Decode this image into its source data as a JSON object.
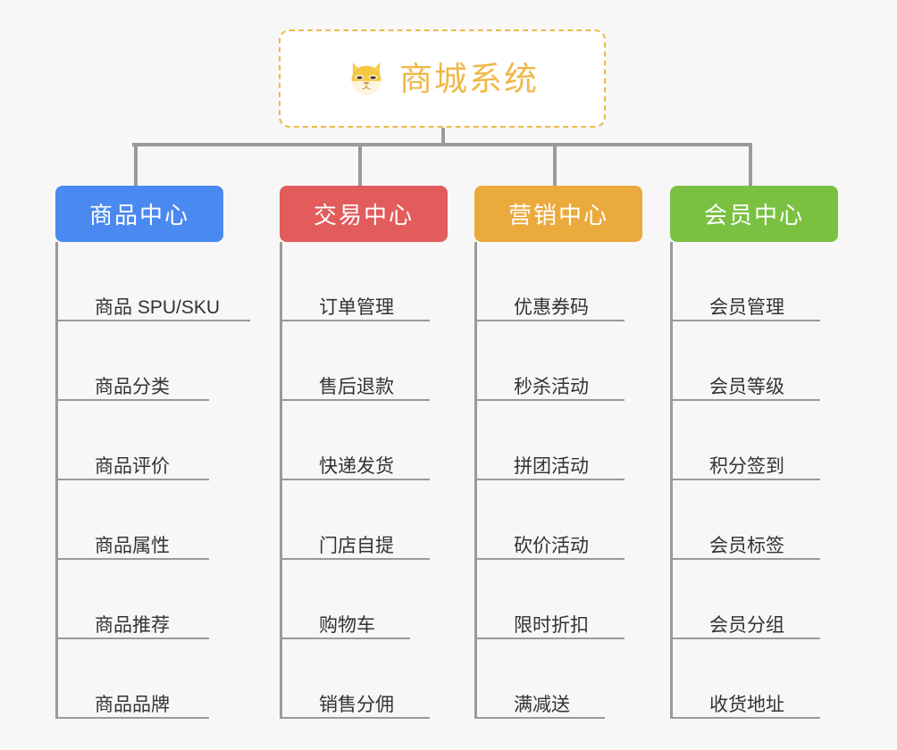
{
  "diagram": {
    "type": "org-chart",
    "background_color": "#f7f7f7",
    "connector_color": "#9a9a9a",
    "root": {
      "title": "商城系统",
      "icon": "shiba-dog-face-icon",
      "border_color": "#f0b84a",
      "text_color": "#f0b84a",
      "background_color": "#ffffff"
    },
    "columns": [
      {
        "label": "商品中心",
        "color": "#4a89ef",
        "items": [
          "商品 SPU/SKU",
          "商品分类",
          "商品评价",
          "商品属性",
          "商品推荐",
          "商品品牌"
        ]
      },
      {
        "label": "交易中心",
        "color": "#e25c5c",
        "items": [
          "订单管理",
          "售后退款",
          "快递发货",
          "门店自提",
          "购物车",
          "销售分佣"
        ]
      },
      {
        "label": "营销中心",
        "color": "#eaaa3c",
        "items": [
          "优惠券码",
          "秒杀活动",
          "拼团活动",
          "砍价活动",
          "限时折扣",
          "满减送"
        ]
      },
      {
        "label": "会员中心",
        "color": "#7ac142",
        "items": [
          "会员管理",
          "会员等级",
          "积分签到",
          "会员标签",
          "会员分组",
          "收货地址"
        ]
      }
    ]
  }
}
